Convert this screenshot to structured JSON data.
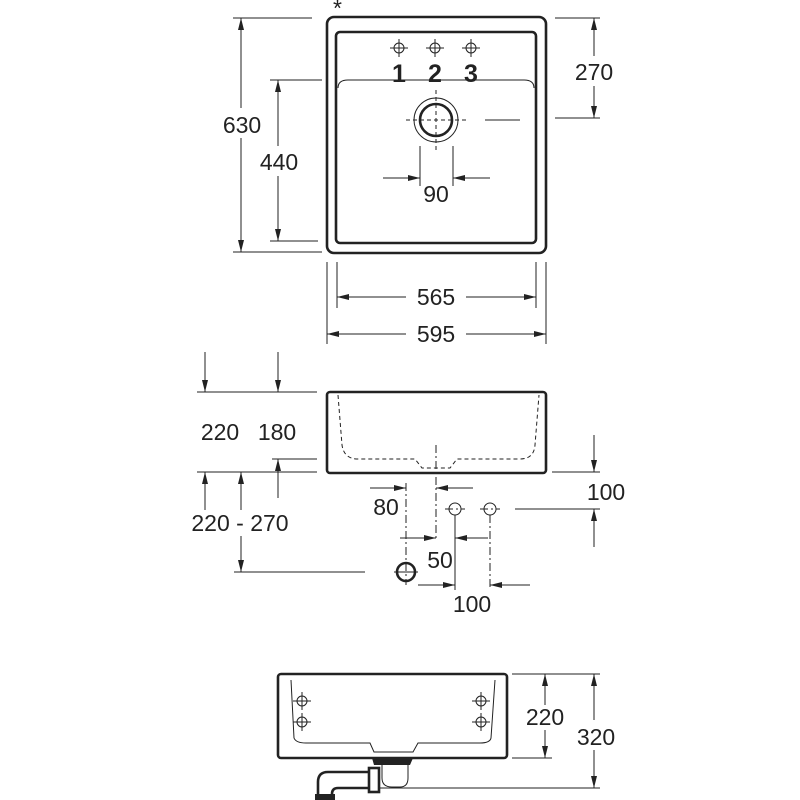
{
  "drawing": {
    "asterisk": "*",
    "top_view": {
      "tap_hole_labels": [
        "1",
        "2",
        "3"
      ],
      "dims": {
        "height_total": "630",
        "height_basin": "440",
        "tap_to_drain": "270",
        "drain_dia": "90",
        "inner_width": "565",
        "outer_width": "595"
      }
    },
    "side_view": {
      "dims": {
        "height_left": "220",
        "depth": "180",
        "mount_range": "220 - 270",
        "offset_80": "80",
        "offset_50": "50",
        "spacing_100": "100",
        "height_100": "100"
      }
    },
    "front_view": {
      "dims": {
        "height_220": "220",
        "height_320": "320"
      }
    }
  }
}
